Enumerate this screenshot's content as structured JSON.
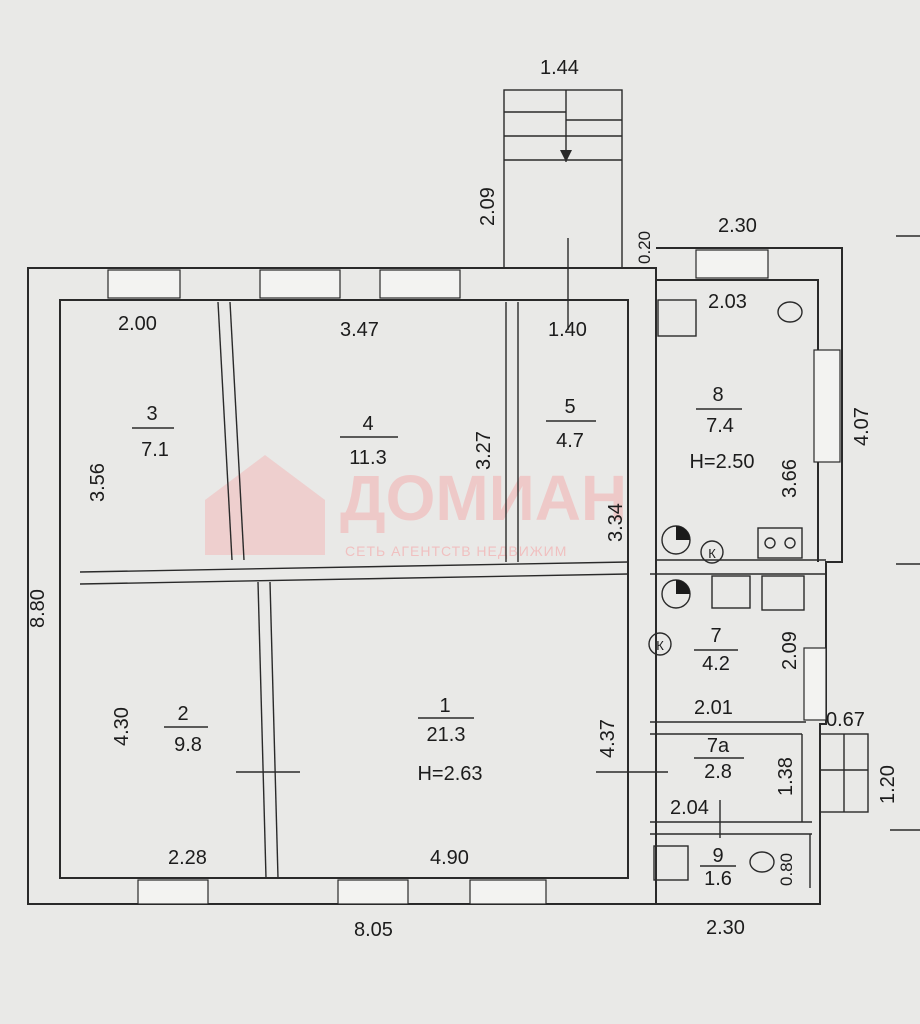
{
  "watermark": {
    "brand": "ДОМИАН",
    "tagline": "СЕТЬ АГЕНТСТВ НЕДВИЖИМ"
  },
  "overall": {
    "width": "8.05",
    "height": "8.80",
    "annex_width_top": "2.30",
    "annex_width_bottom": "2.30"
  },
  "porch": {
    "width": "1.44",
    "depth": "2.09",
    "offset": "0.20"
  },
  "rooms": [
    {
      "number": "1",
      "area": "21.3",
      "height": "H=2.63"
    },
    {
      "number": "2",
      "area": "9.8"
    },
    {
      "number": "3",
      "area": "7.1"
    },
    {
      "number": "4",
      "area": "11.3"
    },
    {
      "number": "5",
      "area": "4.7"
    },
    {
      "number": "7",
      "area": "4.2"
    },
    {
      "number": "7a",
      "area": "2.8"
    },
    {
      "number": "8",
      "area": "7.4",
      "height": "H=2.50"
    },
    {
      "number": "9",
      "area": "1.6"
    }
  ],
  "dims": {
    "r3_w": "2.00",
    "r3_h": "3.56",
    "r4_w": "3.47",
    "r4_h": "3.27",
    "r5_w": "1.40",
    "r5_h": "3.34",
    "r8_w": "2.03",
    "r8_h": "3.66",
    "r8_outer_h": "4.07",
    "r7_h": "2.09",
    "r7_w": "2.01",
    "r7a_w": "2.04",
    "r7a_h": "1.38",
    "r9_h": "0.80",
    "r2_h": "4.30",
    "r2_w": "2.28",
    "r1_w": "4.90",
    "r1_h": "4.37",
    "side_porch_w": "0.67",
    "side_porch_h": "1.20"
  },
  "symbols": {
    "boiler": "К"
  }
}
